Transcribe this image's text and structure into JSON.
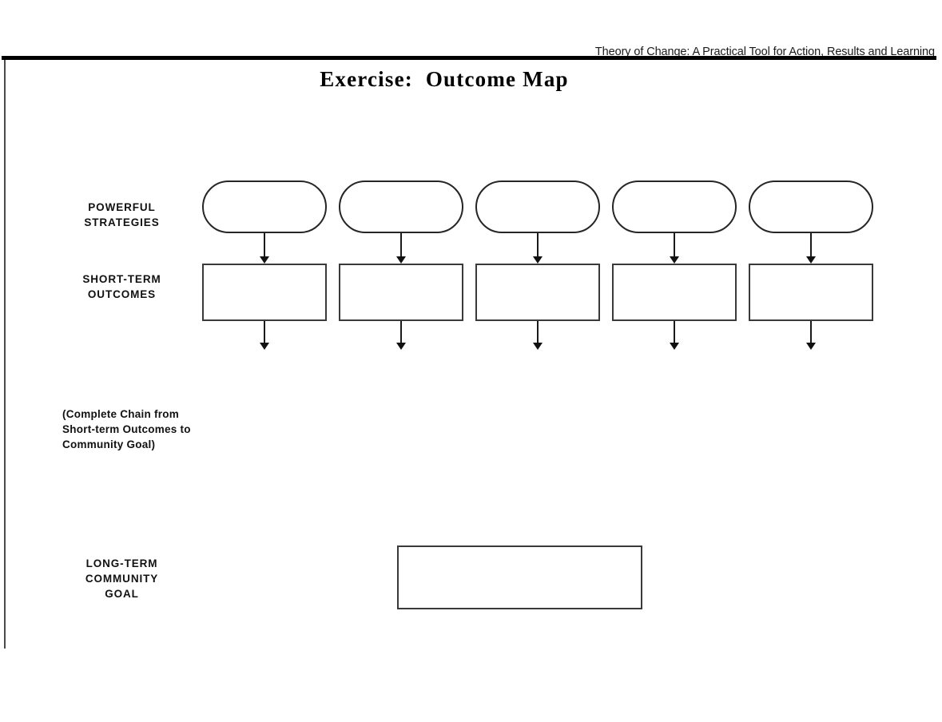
{
  "document": {
    "running_header": "Theory of Change: A Practical Tool for Action, Results and Learning",
    "title": "Exercise:  Outcome Map",
    "background_color": "#ffffff",
    "ink_color": "#111111"
  },
  "rows": {
    "strategies": {
      "label": "POWERFUL\nSTRATEGIES",
      "shape": "pill",
      "count": 5,
      "boxes": [
        {
          "text": ""
        },
        {
          "text": ""
        },
        {
          "text": ""
        },
        {
          "text": ""
        },
        {
          "text": ""
        }
      ]
    },
    "short_term": {
      "label": "SHORT-TERM\nOUTCOMES",
      "shape": "rectangle",
      "count": 5,
      "boxes": [
        {
          "text": ""
        },
        {
          "text": ""
        },
        {
          "text": ""
        },
        {
          "text": ""
        },
        {
          "text": ""
        }
      ]
    },
    "long_term": {
      "label": "LONG-TERM\nCOMMUNITY\nGOAL",
      "shape": "rectangle",
      "count": 1,
      "boxes": [
        {
          "text": ""
        }
      ]
    }
  },
  "note": "(Complete Chain from\nShort-term Outcomes to\nCommunity Goal)",
  "connectors": {
    "strategy_to_outcome_count": 5,
    "outcome_downstream_count": 5,
    "arrowhead": "solid-triangle-down"
  }
}
